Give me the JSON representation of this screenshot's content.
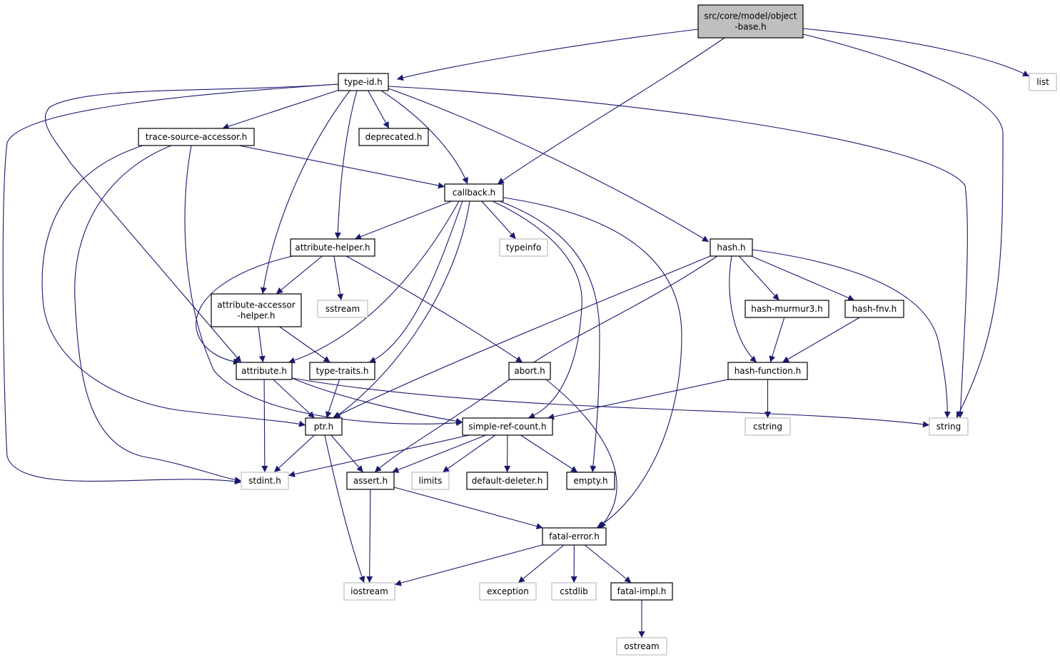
{
  "diagram": {
    "colors": {
      "edge": "#191970",
      "root_fill": "#bfbfbf",
      "node_border": "#000000",
      "external_border": "#bfbfbf",
      "background": "#ffffff"
    },
    "nodes": [
      {
        "id": "object-base",
        "lines": [
          "src/core/model/object",
          "-base.h"
        ],
        "kind": "root"
      },
      {
        "id": "type-id",
        "lines": [
          "type-id.h"
        ],
        "kind": "normal"
      },
      {
        "id": "list",
        "lines": [
          "list"
        ],
        "kind": "external"
      },
      {
        "id": "trace-source-accessor",
        "lines": [
          "trace-source-accessor.h"
        ],
        "kind": "normal"
      },
      {
        "id": "deprecated",
        "lines": [
          "deprecated.h"
        ],
        "kind": "normal"
      },
      {
        "id": "callback",
        "lines": [
          "callback.h"
        ],
        "kind": "normal"
      },
      {
        "id": "attribute-helper",
        "lines": [
          "attribute-helper.h"
        ],
        "kind": "normal"
      },
      {
        "id": "typeinfo",
        "lines": [
          "typeinfo"
        ],
        "kind": "external"
      },
      {
        "id": "hash",
        "lines": [
          "hash.h"
        ],
        "kind": "normal"
      },
      {
        "id": "attribute-accessor-helper",
        "lines": [
          "attribute-accessor",
          "-helper.h"
        ],
        "kind": "normal"
      },
      {
        "id": "sstream",
        "lines": [
          "sstream"
        ],
        "kind": "external"
      },
      {
        "id": "hash-murmur3",
        "lines": [
          "hash-murmur3.h"
        ],
        "kind": "normal"
      },
      {
        "id": "hash-fnv",
        "lines": [
          "hash-fnv.h"
        ],
        "kind": "normal"
      },
      {
        "id": "attribute",
        "lines": [
          "attribute.h"
        ],
        "kind": "normal"
      },
      {
        "id": "type-traits",
        "lines": [
          "type-traits.h"
        ],
        "kind": "normal"
      },
      {
        "id": "abort",
        "lines": [
          "abort.h"
        ],
        "kind": "normal"
      },
      {
        "id": "hash-function",
        "lines": [
          "hash-function.h"
        ],
        "kind": "normal"
      },
      {
        "id": "ptr",
        "lines": [
          "ptr.h"
        ],
        "kind": "normal"
      },
      {
        "id": "simple-ref-count",
        "lines": [
          "simple-ref-count.h"
        ],
        "kind": "normal"
      },
      {
        "id": "cstring",
        "lines": [
          "cstring"
        ],
        "kind": "external"
      },
      {
        "id": "string",
        "lines": [
          "string"
        ],
        "kind": "external"
      },
      {
        "id": "stdint",
        "lines": [
          "stdint.h"
        ],
        "kind": "external"
      },
      {
        "id": "assert",
        "lines": [
          "assert.h"
        ],
        "kind": "normal"
      },
      {
        "id": "limits",
        "lines": [
          "limits"
        ],
        "kind": "external"
      },
      {
        "id": "default-deleter",
        "lines": [
          "default-deleter.h"
        ],
        "kind": "normal"
      },
      {
        "id": "empty",
        "lines": [
          "empty.h"
        ],
        "kind": "normal"
      },
      {
        "id": "fatal-error",
        "lines": [
          "fatal-error.h"
        ],
        "kind": "normal"
      },
      {
        "id": "iostream",
        "lines": [
          "iostream"
        ],
        "kind": "external"
      },
      {
        "id": "exception",
        "lines": [
          "exception"
        ],
        "kind": "external"
      },
      {
        "id": "cstdlib",
        "lines": [
          "cstdlib"
        ],
        "kind": "external"
      },
      {
        "id": "fatal-impl",
        "lines": [
          "fatal-impl.h"
        ],
        "kind": "normal"
      },
      {
        "id": "ostream",
        "lines": [
          "ostream"
        ],
        "kind": "external"
      }
    ],
    "edges": [
      {
        "from": "object-base",
        "to": "type-id"
      },
      {
        "from": "object-base",
        "to": "callback"
      },
      {
        "from": "object-base",
        "to": "string"
      },
      {
        "from": "object-base",
        "to": "list"
      },
      {
        "from": "type-id",
        "to": "trace-source-accessor"
      },
      {
        "from": "type-id",
        "to": "deprecated"
      },
      {
        "from": "type-id",
        "to": "callback"
      },
      {
        "from": "type-id",
        "to": "attribute-helper"
      },
      {
        "from": "type-id",
        "to": "attribute-accessor-helper"
      },
      {
        "from": "type-id",
        "to": "hash"
      },
      {
        "from": "type-id",
        "to": "attribute"
      },
      {
        "from": "type-id",
        "to": "stdint"
      },
      {
        "from": "type-id",
        "to": "string"
      },
      {
        "from": "trace-source-accessor",
        "to": "callback"
      },
      {
        "from": "trace-source-accessor",
        "to": "ptr"
      },
      {
        "from": "trace-source-accessor",
        "to": "simple-ref-count"
      },
      {
        "from": "trace-source-accessor",
        "to": "stdint"
      },
      {
        "from": "callback",
        "to": "attribute-helper"
      },
      {
        "from": "callback",
        "to": "typeinfo"
      },
      {
        "from": "callback",
        "to": "attribute"
      },
      {
        "from": "callback",
        "to": "type-traits"
      },
      {
        "from": "callback",
        "to": "ptr"
      },
      {
        "from": "callback",
        "to": "simple-ref-count"
      },
      {
        "from": "callback",
        "to": "empty"
      },
      {
        "from": "callback",
        "to": "fatal-error"
      },
      {
        "from": "attribute-helper",
        "to": "attribute-accessor-helper"
      },
      {
        "from": "attribute-helper",
        "to": "sstream"
      },
      {
        "from": "attribute-helper",
        "to": "abort"
      },
      {
        "from": "attribute-helper",
        "to": "attribute"
      },
      {
        "from": "attribute-accessor-helper",
        "to": "attribute"
      },
      {
        "from": "attribute-accessor-helper",
        "to": "type-traits"
      },
      {
        "from": "hash",
        "to": "hash-murmur3"
      },
      {
        "from": "hash",
        "to": "hash-fnv"
      },
      {
        "from": "hash",
        "to": "hash-function"
      },
      {
        "from": "hash",
        "to": "string"
      },
      {
        "from": "hash",
        "to": "ptr"
      },
      {
        "from": "hash",
        "to": "assert"
      },
      {
        "from": "hash-murmur3",
        "to": "hash-function"
      },
      {
        "from": "hash-fnv",
        "to": "hash-function"
      },
      {
        "from": "hash-function",
        "to": "simple-ref-count"
      },
      {
        "from": "hash-function",
        "to": "cstring"
      },
      {
        "from": "attribute",
        "to": "ptr"
      },
      {
        "from": "attribute",
        "to": "simple-ref-count"
      },
      {
        "from": "attribute",
        "to": "stdint"
      },
      {
        "from": "attribute",
        "to": "string"
      },
      {
        "from": "type-traits",
        "to": "ptr"
      },
      {
        "from": "abort",
        "to": "fatal-error"
      },
      {
        "from": "ptr",
        "to": "stdint"
      },
      {
        "from": "ptr",
        "to": "assert"
      },
      {
        "from": "ptr",
        "to": "iostream"
      },
      {
        "from": "simple-ref-count",
        "to": "stdint"
      },
      {
        "from": "simple-ref-count",
        "to": "assert"
      },
      {
        "from": "simple-ref-count",
        "to": "limits"
      },
      {
        "from": "simple-ref-count",
        "to": "default-deleter"
      },
      {
        "from": "simple-ref-count",
        "to": "empty"
      },
      {
        "from": "assert",
        "to": "iostream"
      },
      {
        "from": "assert",
        "to": "fatal-error"
      },
      {
        "from": "fatal-error",
        "to": "iostream"
      },
      {
        "from": "fatal-error",
        "to": "exception"
      },
      {
        "from": "fatal-error",
        "to": "cstdlib"
      },
      {
        "from": "fatal-error",
        "to": "fatal-impl"
      },
      {
        "from": "fatal-impl",
        "to": "ostream"
      }
    ]
  }
}
